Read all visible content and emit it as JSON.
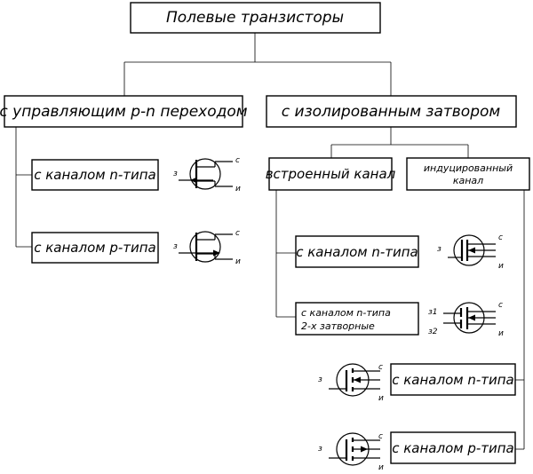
{
  "root": {
    "label": "Полевые транзисторы"
  },
  "junction": {
    "label": "с управляющим p-n переходом",
    "n_channel": "с каналом n-типа",
    "p_channel": "с каналом p-типа"
  },
  "insulated": {
    "label": "с изолированным затвором",
    "builtin": {
      "label": "встроенный канал",
      "n_channel": "с каналом n-типа",
      "dual_gate_line1": "с каналом n-типа",
      "dual_gate_line2": "2-х затворные"
    },
    "induced": {
      "label_line1": "индуцированный",
      "label_line2": "канал",
      "n_channel": "с каналом n-типа",
      "p_channel": "с каналом p-типа"
    }
  },
  "pins": {
    "gate": "з",
    "gate1": "з1",
    "gate2": "з2",
    "drain": "с",
    "source": "и"
  }
}
